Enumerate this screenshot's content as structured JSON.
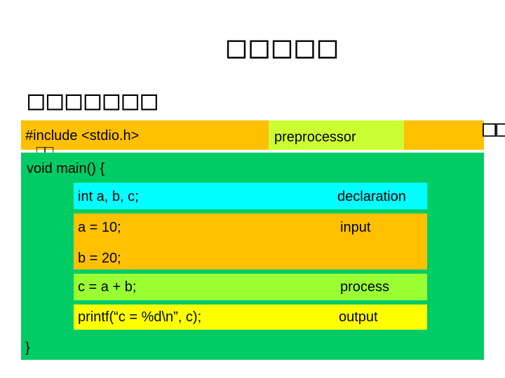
{
  "slide": {
    "title": "□□□□□",
    "subtitle": "□□□□□□□",
    "overflow_glyph": "□□",
    "hidden_tail": "□□"
  },
  "program": {
    "include_line": "#include <stdio.h>",
    "preprocessor_label": "preprocessor",
    "main_line": "void main() {",
    "close_brace": "}",
    "rows": [
      {
        "code": "int a, b, c;",
        "label": "declaration"
      },
      {
        "code": "a = 10;",
        "label": "input"
      },
      {
        "code": "b = 20;",
        "label": ""
      },
      {
        "code": "c = a + b;",
        "label": "process"
      },
      {
        "code": "printf(“c = %d\\n”, c);",
        "label": "output"
      }
    ]
  },
  "colors": {
    "body_green": "#00cc66",
    "header_orange": "#ffc000",
    "preprocessor_lime": "#ccff33",
    "declaration_cyan": "#00ffff",
    "input_orange": "#ffc000",
    "process_green": "#99ff33",
    "output_yellow": "#ffff00"
  }
}
